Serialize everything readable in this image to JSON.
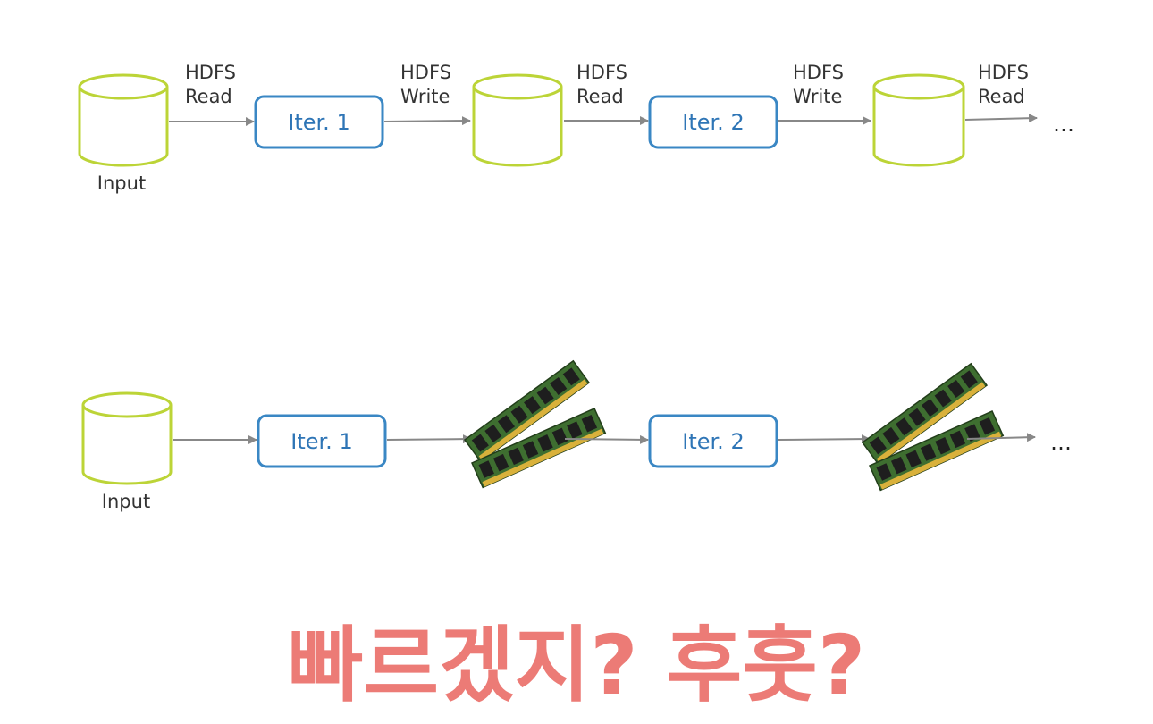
{
  "top_row": {
    "input_label": "Input",
    "iter1": "Iter. 1",
    "iter2": "Iter. 2",
    "edges": [
      {
        "l1": "HDFS",
        "l2": "Read"
      },
      {
        "l1": "HDFS",
        "l2": "Write"
      },
      {
        "l1": "HDFS",
        "l2": "Read"
      },
      {
        "l1": "HDFS",
        "l2": "Write"
      },
      {
        "l1": "HDFS",
        "l2": "Read"
      }
    ],
    "ellipsis": "…"
  },
  "bottom_row": {
    "input_label": "Input",
    "iter1": "Iter. 1",
    "iter2": "Iter. 2",
    "ellipsis": "…"
  },
  "caption": "빠르겠지? 후훗?",
  "colors": {
    "cylinder": "#bcd437",
    "iteration_box": "#3a87c4",
    "arrow": "#888888",
    "caption": "#ec7b76",
    "ram_pcb": "#3e6e30"
  }
}
